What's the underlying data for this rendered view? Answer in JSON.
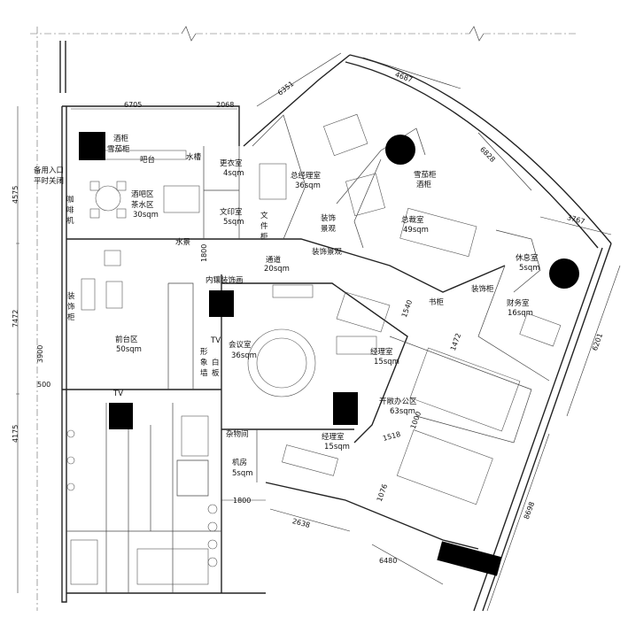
{
  "rooms": [
    {
      "id": "wine-cabinet-1",
      "lines": [
        "酒柜",
        "雪茄柜"
      ]
    },
    {
      "id": "bar",
      "lines": [
        "吧台"
      ]
    },
    {
      "id": "sink",
      "lines": [
        "水槽"
      ]
    },
    {
      "id": "backup-entrance",
      "lines": [
        "备用入口",
        "平时关闭"
      ]
    },
    {
      "id": "bar-tea",
      "lines": [
        "酒吧区",
        "茶水区",
        "30sqm"
      ]
    },
    {
      "id": "coffee",
      "lines": [
        "咖",
        "啡",
        "机"
      ]
    },
    {
      "id": "water-view",
      "lines": [
        "水景"
      ]
    },
    {
      "id": "changing",
      "lines": [
        "更衣室",
        "4sqm"
      ]
    },
    {
      "id": "print",
      "lines": [
        "文印室",
        "5sqm"
      ]
    },
    {
      "id": "file-cabinet",
      "lines": [
        "文",
        "件",
        "柜"
      ]
    },
    {
      "id": "gm-office",
      "lines": [
        "总经理室",
        "36sqm"
      ]
    },
    {
      "id": "deco-view-1",
      "lines": [
        "装饰",
        "景观"
      ]
    },
    {
      "id": "deco-view-2",
      "lines": [
        "装饰景观"
      ]
    },
    {
      "id": "corridor",
      "lines": [
        "通道",
        "20sqm"
      ]
    },
    {
      "id": "cigar-wine",
      "lines": [
        "雪茄柜",
        "酒柜"
      ]
    },
    {
      "id": "president",
      "lines": [
        "总裁室",
        "49sqm"
      ]
    },
    {
      "id": "rest",
      "lines": [
        "休息室",
        "5sqm"
      ]
    },
    {
      "id": "finance",
      "lines": [
        "财务室",
        "16sqm"
      ]
    },
    {
      "id": "deco-cabinet-1",
      "lines": [
        "装饰柜"
      ]
    },
    {
      "id": "bookcase",
      "lines": [
        "书柜"
      ]
    },
    {
      "id": "deco-cabinet-2",
      "lines": [
        "装",
        "饰",
        "柜"
      ]
    },
    {
      "id": "front-desk",
      "lines": [
        "前台区",
        "50sqm"
      ]
    },
    {
      "id": "mirror",
      "lines": [
        "内镶装饰画"
      ]
    },
    {
      "id": "meeting",
      "lines": [
        "会议室",
        "36sqm"
      ]
    },
    {
      "id": "image-wall",
      "lines": [
        "形",
        "象",
        "墙"
      ]
    },
    {
      "id": "whiteboard",
      "lines": [
        "白",
        "板"
      ]
    },
    {
      "id": "tv-1",
      "lines": [
        "TV"
      ]
    },
    {
      "id": "tv-2",
      "lines": [
        "TV"
      ]
    },
    {
      "id": "manager-1",
      "lines": [
        "经理室",
        "15sqm"
      ]
    },
    {
      "id": "open-office",
      "lines": [
        "开敞办公区",
        "63sqm"
      ]
    },
    {
      "id": "storage",
      "lines": [
        "杂物间",
        "机房",
        "5sqm"
      ]
    },
    {
      "id": "manager-2",
      "lines": [
        "经理室",
        "15sqm"
      ]
    }
  ],
  "dimensions": [
    "6705",
    "2068",
    "6351",
    "4687",
    "6828",
    "3767",
    "6201",
    "8698",
    "6480",
    "2638",
    "1800",
    "1800",
    "1540",
    "1472",
    "1518",
    "1000",
    "1076",
    "4575",
    "7472",
    "3900",
    "500",
    "4175"
  ]
}
